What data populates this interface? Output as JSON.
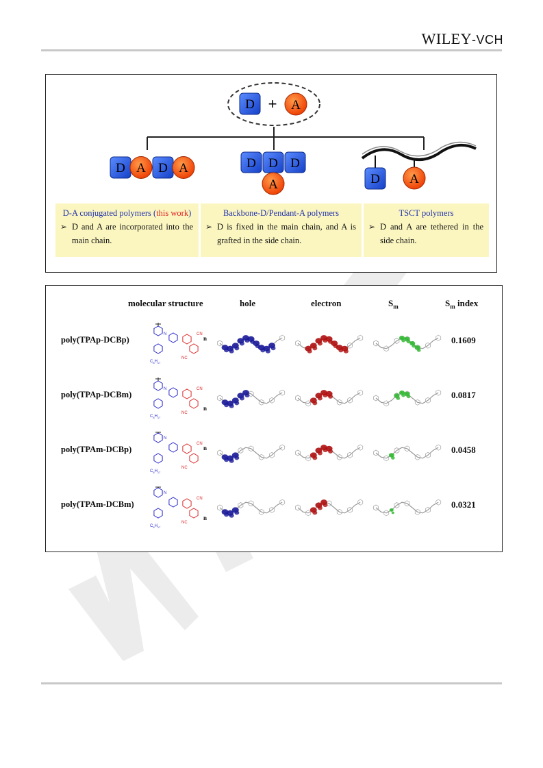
{
  "header": {
    "brand_main": "WILEY",
    "brand_sub": "-VCH"
  },
  "figure1": {
    "donor_letter": "D",
    "acceptor_letter": "A",
    "plus": "+",
    "panels": [
      {
        "title_prefix": "D-A conjugated polymers (",
        "title_highlight": "this work",
        "title_suffix": ")",
        "body": "D and A are incorporated into the main chain."
      },
      {
        "title_prefix": "Backbone-D/Pendant-A polymers",
        "title_highlight": "",
        "title_suffix": "",
        "body": "D is fixed in the main chain, and A is grafted in the side chain."
      },
      {
        "title_prefix": "TSCT polymers",
        "title_highlight": "",
        "title_suffix": "",
        "body": "D and A are tethered in the side chain."
      }
    ],
    "colors": {
      "donor": "#1f55e0",
      "acceptor": "#ff5a1a",
      "panel_bg": "#fbf6c0",
      "title_blue": "#2233aa",
      "highlight_red": "#e02020"
    }
  },
  "figure2": {
    "headers": {
      "structure": "molecular structure",
      "hole": "hole",
      "electron": "electron",
      "sm": "S",
      "sm_sub": "m",
      "sm_index": "S",
      "sm_index_sub": "m",
      "sm_index_suffix": " index"
    },
    "structure_labels": {
      "alkyl_main": "C",
      "alkyl_sub1": "8",
      "alkyl_h": "H",
      "alkyl_sub2": "17",
      "cn": "CN",
      "nc": "NC",
      "n": "n",
      "N": "N"
    },
    "rows": [
      {
        "name": "poly(TPAp-DCBp)",
        "index": "0.1609"
      },
      {
        "name": "poly(TPAp-DCBm)",
        "index": "0.0817"
      },
      {
        "name": "poly(TPAm-DCBp)",
        "index": "0.0458"
      },
      {
        "name": "poly(TPAm-DCBm)",
        "index": "0.0321"
      }
    ],
    "colors": {
      "hole": "#1a1a9a",
      "electron": "#b01010",
      "sm": "#2db82d",
      "donor_struct": "#2a2acc",
      "acceptor_struct": "#dd2a2a"
    }
  }
}
